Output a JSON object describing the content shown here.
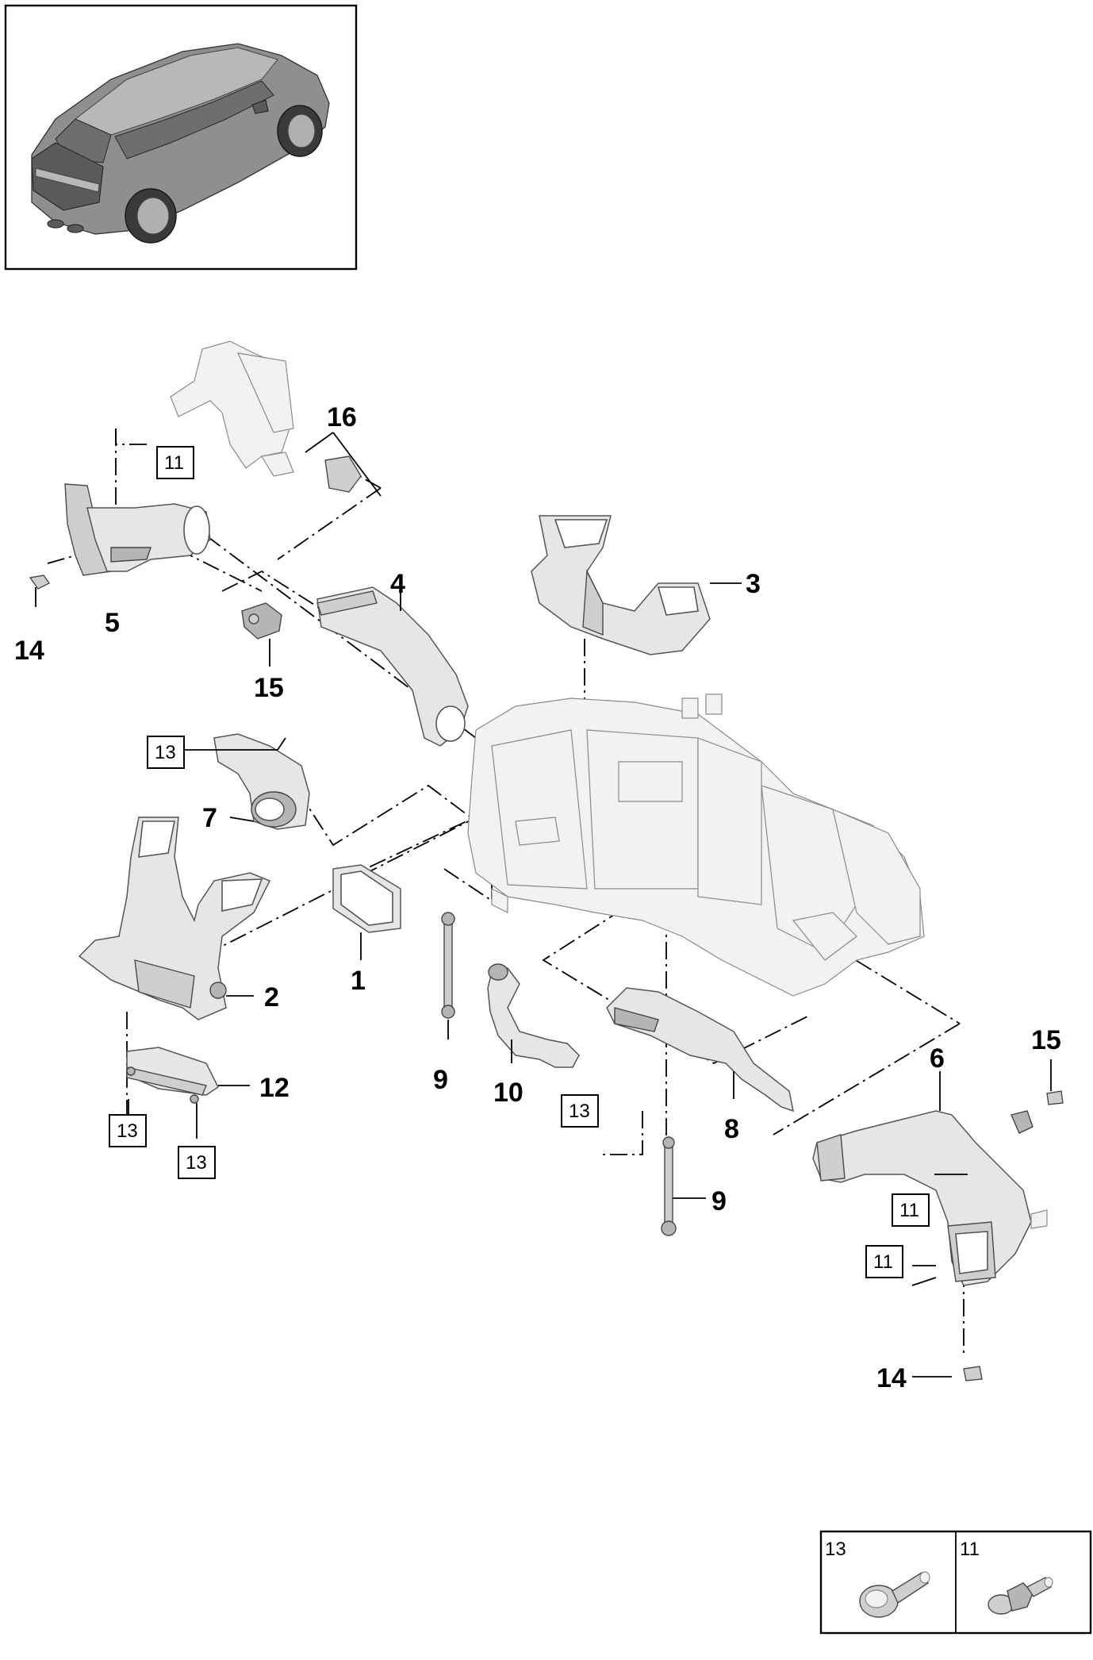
{
  "callouts": {
    "c1": "1",
    "c2": "2",
    "c3": "3",
    "c4": "4",
    "c5": "5",
    "c6": "6",
    "c7": "7",
    "c8": "8",
    "c9a": "9",
    "c9b": "9",
    "c10": "10",
    "c12": "12",
    "c14a": "14",
    "c14b": "14",
    "c15a": "15",
    "c15b": "15",
    "c16": "16"
  },
  "ref_boxes": {
    "b11_top": "11",
    "b13_7": "13",
    "b13_12a": "13",
    "b13_12b": "13",
    "b13_8": "13",
    "b11_6a": "11",
    "b11_6b": "11"
  },
  "legend": {
    "item_left": "13",
    "item_right": "11"
  },
  "icons": {
    "vehicle": "vehicle-overview-icon",
    "bolt": "bolt-icon",
    "nut": "nut-washer-icon"
  }
}
